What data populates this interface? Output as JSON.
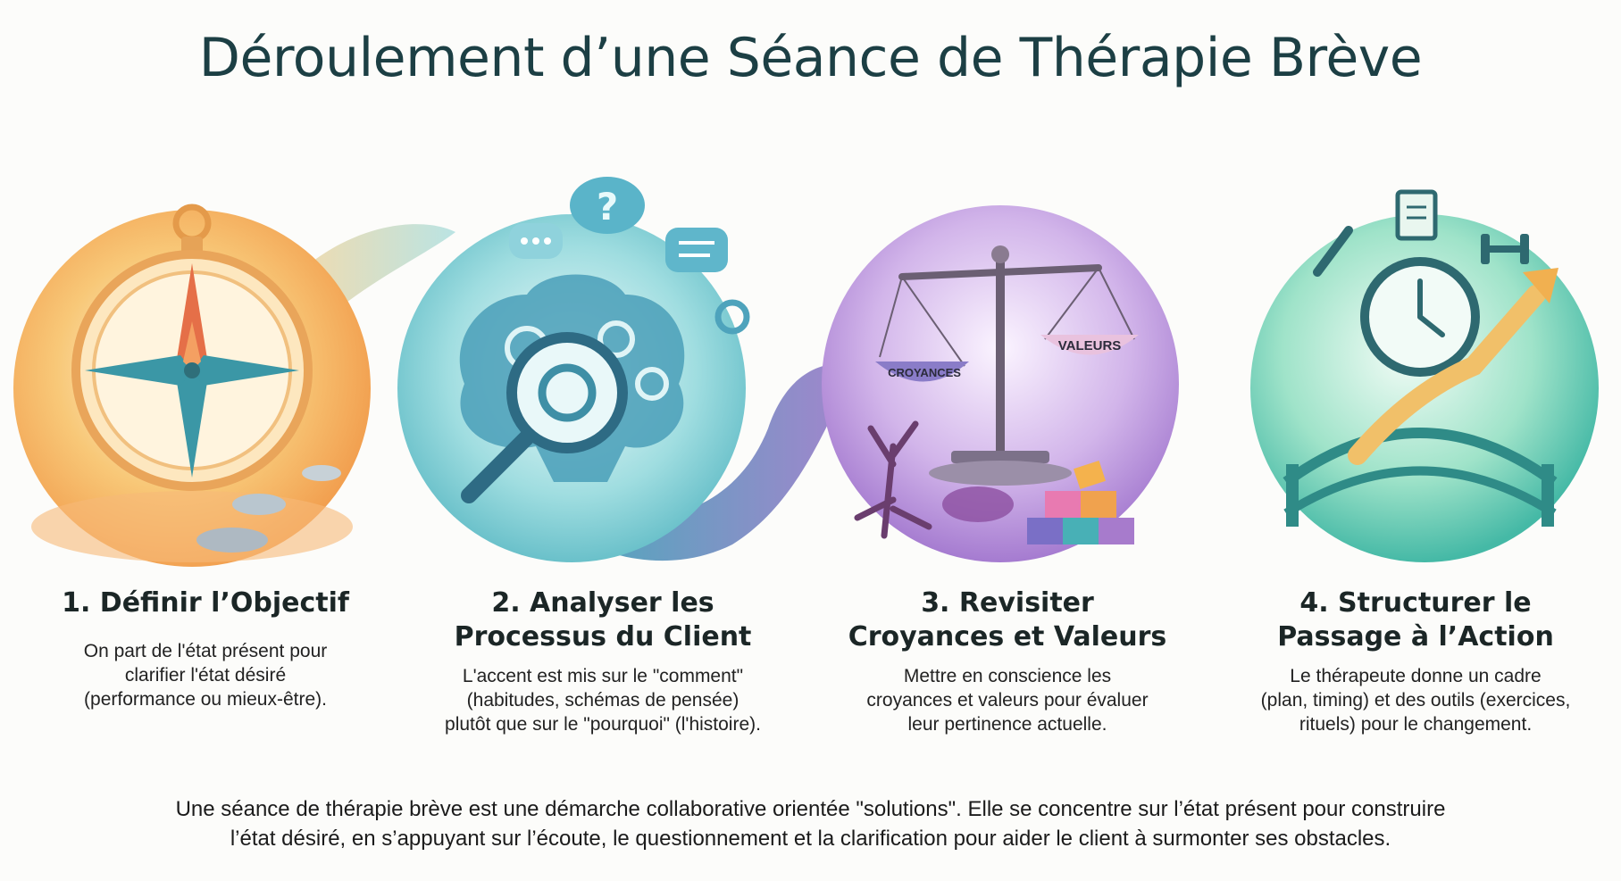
{
  "title": "Déroulement d’une Séance de Thérapie Brève",
  "steps": [
    {
      "title_line1": "1. Définir l’Objectif",
      "title_line2": "",
      "desc": [
        "On part de l'état présent pour",
        "clarifier l'état désiré",
        "(performance ou mieux-être)."
      ],
      "icon": "compass-icon"
    },
    {
      "title_line1": "2. Analyser les",
      "title_line2": "Processus du Client",
      "desc": [
        "L'accent est mis sur le \"comment\"",
        "(habitudes, schémas de pensée)",
        "plutôt que sur le \"pourquoi\" (l'histoire)."
      ],
      "icon": "brain-magnifier-icon"
    },
    {
      "title_line1": "3. Revisiter",
      "title_line2": "Croyances et Valeurs",
      "desc": [
        "Mettre en conscience les",
        "croyances et valeurs pour évaluer",
        "leur pertinence actuelle."
      ],
      "icon": "balance-scale-icon"
    },
    {
      "title_line1": "4. Structurer le",
      "title_line2": "Passage à l’Action",
      "desc": [
        "Le thérapeute donne un cadre",
        "(plan, timing) et des outils (exercices,",
        "rituels) pour le changement."
      ],
      "icon": "bridge-clock-icon"
    }
  ],
  "scale_labels": {
    "left": "CROYANCES",
    "right": "VALEURS"
  },
  "summary": [
    "Une séance de thérapie brève est une démarche collaborative orientée \"solutions\". Elle se concentre sur l’état présent pour construire",
    "l’état désiré, en s’appuyant sur l’écoute, le questionnement et la clarification pour aider le client à surmonter ses obstacles."
  ],
  "colors": {
    "title": "#1c3f44",
    "step1": "#f6b15a",
    "step2": "#6cc8cf",
    "step3": "#b794d8",
    "step4": "#5fcfb5"
  }
}
